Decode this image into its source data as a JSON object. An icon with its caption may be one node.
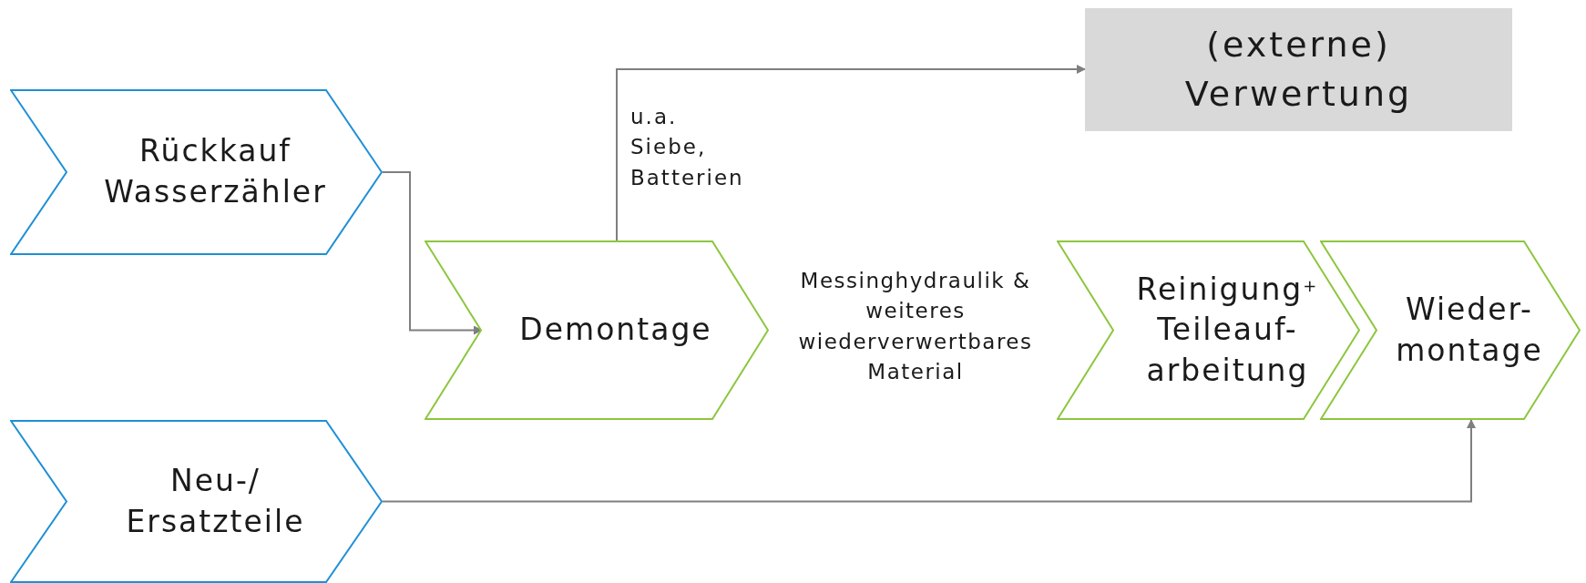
{
  "diagram": {
    "nodes": [
      {
        "text": [
          "Rückkauf Wasserzähler"
        ]
      },
      {
        "text": [
          "Neu-/ Ersatzteile"
        ]
      },
      {
        "text": [
          "Demontage"
        ]
      },
      {
        "text": [
          "Reinigung$^{+}$ Teileauf- arbeitung"
        ]
      },
      {
        "text": [
          "Wieder- montage"
        ]
      },
      {
        "text": [
          "(externe) Verwertung"
        ]
      }
    ],
    "edges": [
      {
        "from": 0,
        "to": 2,
        "arrow": "to"
      },
      {
        "from": 2,
        "to": 5,
        "arrow": "to",
        "label": "u.a. Siebe, Batterien"
      },
      {
        "from": 1,
        "to": 4,
        "arrow": "to"
      }
    ],
    "labels": [
      "Messinghydraulik & weiteres wiederverwertbares Material"
    ]
  }
}
